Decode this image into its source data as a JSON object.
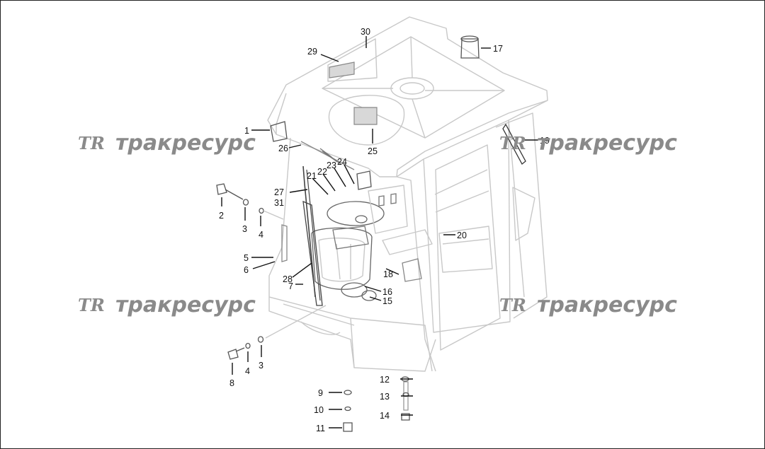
{
  "watermark": {
    "logo": "TR",
    "text": "тракресурс"
  },
  "callouts": [
    {
      "id": "c1",
      "label": "1"
    },
    {
      "id": "c2",
      "label": "2"
    },
    {
      "id": "c3a",
      "label": "3"
    },
    {
      "id": "c4a",
      "label": "4"
    },
    {
      "id": "c5",
      "label": "5"
    },
    {
      "id": "c6",
      "label": "6"
    },
    {
      "id": "c7",
      "label": "7"
    },
    {
      "id": "c8",
      "label": "8"
    },
    {
      "id": "c4b",
      "label": "4"
    },
    {
      "id": "c3b",
      "label": "3"
    },
    {
      "id": "c9",
      "label": "9"
    },
    {
      "id": "c10",
      "label": "10"
    },
    {
      "id": "c11",
      "label": "11"
    },
    {
      "id": "c12",
      "label": "12"
    },
    {
      "id": "c13",
      "label": "13"
    },
    {
      "id": "c14",
      "label": "14"
    },
    {
      "id": "c15",
      "label": "15"
    },
    {
      "id": "c16",
      "label": "16"
    },
    {
      "id": "c17",
      "label": "17"
    },
    {
      "id": "c18",
      "label": "18"
    },
    {
      "id": "c19",
      "label": "19"
    },
    {
      "id": "c20",
      "label": "20"
    },
    {
      "id": "c21",
      "label": "21"
    },
    {
      "id": "c22",
      "label": "22"
    },
    {
      "id": "c23",
      "label": "23"
    },
    {
      "id": "c24",
      "label": "24"
    },
    {
      "id": "c25",
      "label": "25"
    },
    {
      "id": "c26",
      "label": "26"
    },
    {
      "id": "c27",
      "label": "27"
    },
    {
      "id": "c28",
      "label": "28"
    },
    {
      "id": "c29",
      "label": "29"
    },
    {
      "id": "c30",
      "label": "30"
    },
    {
      "id": "c31",
      "label": "31"
    }
  ]
}
